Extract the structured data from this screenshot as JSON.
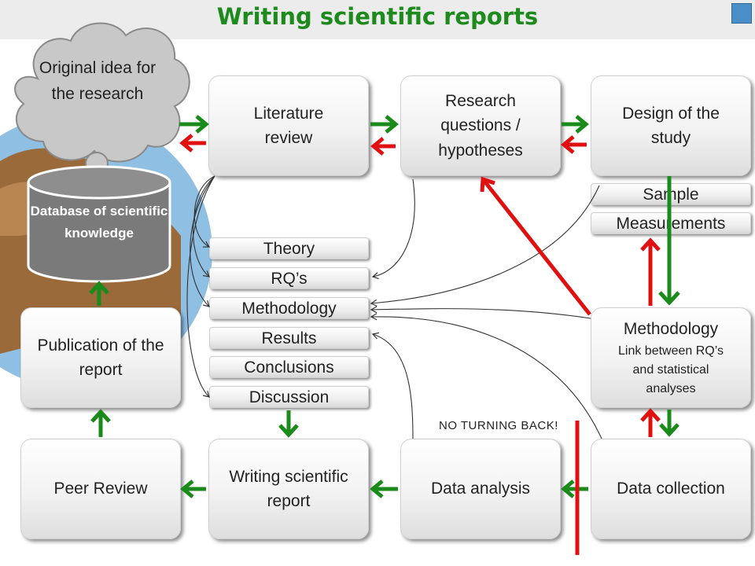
{
  "title": "Writing scientific reports",
  "cloud": {
    "label": "Original idea for the research"
  },
  "database": {
    "label": "Database of scientific knowledge"
  },
  "boxes": {
    "literature_review": "Literature review",
    "research_questions": "Research questions / hypotheses",
    "design_of_study": "Design of the study",
    "methodology_title": "Methodology",
    "methodology_sub": "Link between RQ’s and statistical analyses",
    "publication": "Publication of the report",
    "peer_review": "Peer Review",
    "writing_report": "Writing scientific report",
    "data_analysis": "Data analysis",
    "data_collection": "Data collection"
  },
  "report_sections": [
    "Theory",
    "RQ’s",
    "Methodology",
    "Results",
    "Conclusions",
    "Discussion"
  ],
  "design_items": [
    "Sample",
    "Measurements"
  ],
  "notice": "NO TURNING BACK!",
  "colors": {
    "forward": "#1a8a1a",
    "back": "#e01010",
    "title": "#1e8a1e",
    "database": "#7a7a7a"
  }
}
